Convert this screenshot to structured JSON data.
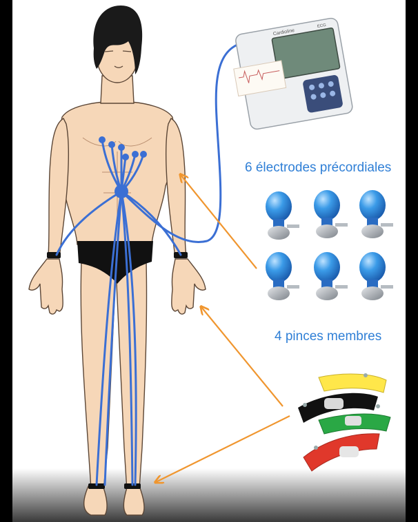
{
  "labels": {
    "precordial_electrodes": "6 électrodes précordiales",
    "limb_clamps": "4 pinces membres"
  },
  "device": {
    "brand_text": "Cardioline",
    "model_text": "ECG"
  },
  "counts": {
    "precordial_electrodes": 6,
    "limb_clamps": 4
  },
  "colors": {
    "label_text": "#2f7fd6",
    "lead_wire": "#3b6fd4",
    "arrow": "#f0962f",
    "electrode_bulb": "#2e8fe0",
    "skin": "#f6d7b8",
    "clamp_colors": [
      "#ffe74a",
      "#111111",
      "#2aa845",
      "#e0382b"
    ]
  }
}
